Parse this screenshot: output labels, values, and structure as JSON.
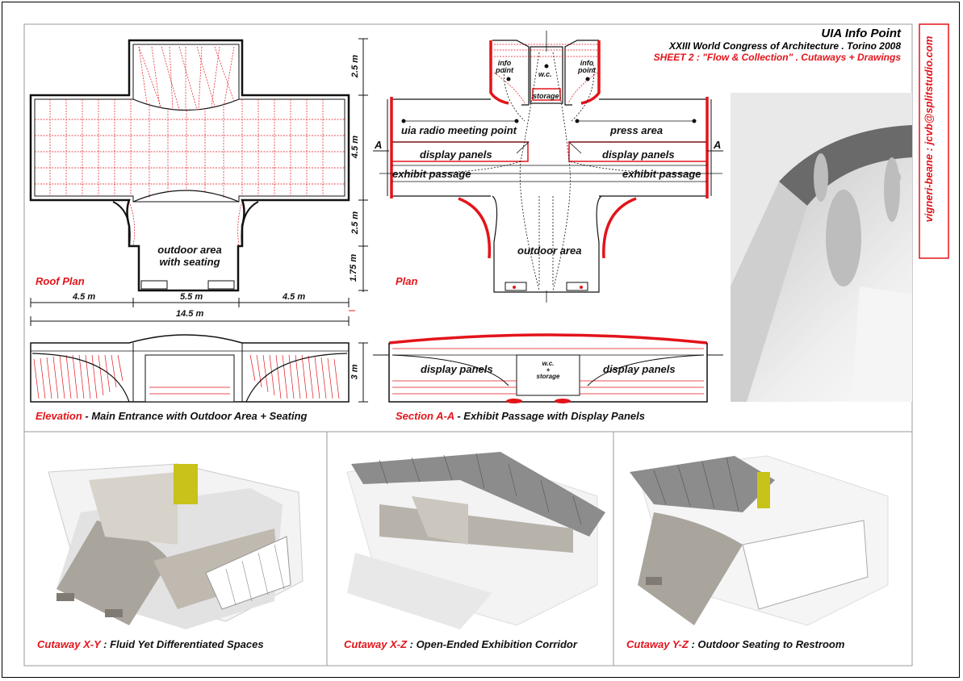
{
  "title": {
    "main": "UIA Info Point",
    "subtitle": "XXIII World Congress of Architecture . Torino 2008",
    "sheet": "SHEET 2 : \"Flow & Collection\" . Cutaways + Drawings"
  },
  "credit": "vigneri-beane : jcvb@splitstudio.com",
  "roof_plan": {
    "label": "Roof Plan",
    "note_line1": "outdoor area",
    "note_line2": "with seating",
    "dims_vertical": [
      "2.5 m",
      "4.5 m",
      "2.5 m",
      "1.75 m"
    ],
    "dims_horizontal": [
      "4.5 m",
      "5.5 m",
      "4.5 m"
    ],
    "dim_total": "14.5 m"
  },
  "plan": {
    "label": "Plan",
    "info_point_left": "info\npoint",
    "info_point_right": "info\npoint",
    "wc": "w.c.",
    "storage": "storage",
    "meeting": "uia radio meeting point",
    "press": "press area",
    "display_left": "display panels",
    "display_right": "display panels",
    "passage_left": "exhibit passage",
    "passage_right": "exhibit passage",
    "section_mark_left": "A",
    "section_mark_right": "A",
    "outdoor": "outdoor area"
  },
  "elevation": {
    "label_red": "Elevation",
    "label_rest": " - Main Entrance with Outdoor Area + Seating",
    "dim": "3 m"
  },
  "section": {
    "label_red": "Section A-A",
    "label_rest": " - Exhibit Passage with Display Panels",
    "display_left": "display panels",
    "display_right": "display panels",
    "wc": "w.c.",
    "plus": "+",
    "storage": "storage"
  },
  "cutaways": [
    {
      "label_red": "Cutaway X-Y",
      "label_rest": " : Fluid Yet Differentiated Spaces"
    },
    {
      "label_red": "Cutaway X-Z",
      "label_rest": " : Open-Ended Exhibition Corridor"
    },
    {
      "label_red": "Cutaway Y-Z",
      "label_rest": " : Outdoor Seating to Restroom"
    }
  ],
  "colors": {
    "accent_red": "#e3141b",
    "line": "#111111",
    "render_grey": "#b9b4ac",
    "yellow": "#c8c21a"
  }
}
